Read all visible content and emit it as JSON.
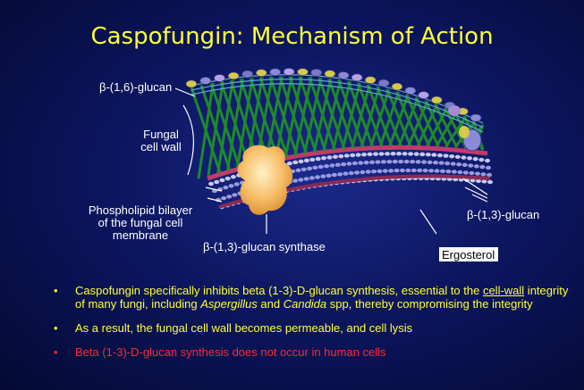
{
  "title": "Caspofungin:  Mechanism of Action",
  "labels": {
    "beta16": "β-(1,6)-glucan",
    "fungal_wall_1": "Fungal",
    "fungal_wall_2": "cell wall",
    "phospholipid_1": "Phospholipid bilayer",
    "phospholipid_2": "of the fungal cell",
    "phospholipid_3": "membrane",
    "synthase": "β-(1,3)-glucan synthase",
    "beta13": "β-(1,3)-glucan",
    "ergosterol": "Ergosterol"
  },
  "bullets": {
    "b1_part1": "Caspofungin specifically inhibits beta (1-3)-D-glucan synthesis, essential to the ",
    "b1_cellwall": "cell-wall",
    "b1_part2": " integrity of many fungi, including ",
    "b1_aspergillus": "Aspergillus",
    "b1_and": " and ",
    "b1_candida": "Candida",
    "b1_part3": " spp, thereby compromising the integrity",
    "b2": "As a result, the fungal cell wall becomes permeable, and cell lysis",
    "b3": "Beta (1-3)-D-glucan synthesis does not occur in human cells",
    "bullet_char": "•"
  },
  "colors": {
    "title": "#ffff33",
    "bullet_text": "#ffff33",
    "bullet_red": "#ff2a2a",
    "glucan_green": "#1f8a2a",
    "membrane_pink": "#c23a6a",
    "enzyme_orange": "#f6b45a"
  }
}
